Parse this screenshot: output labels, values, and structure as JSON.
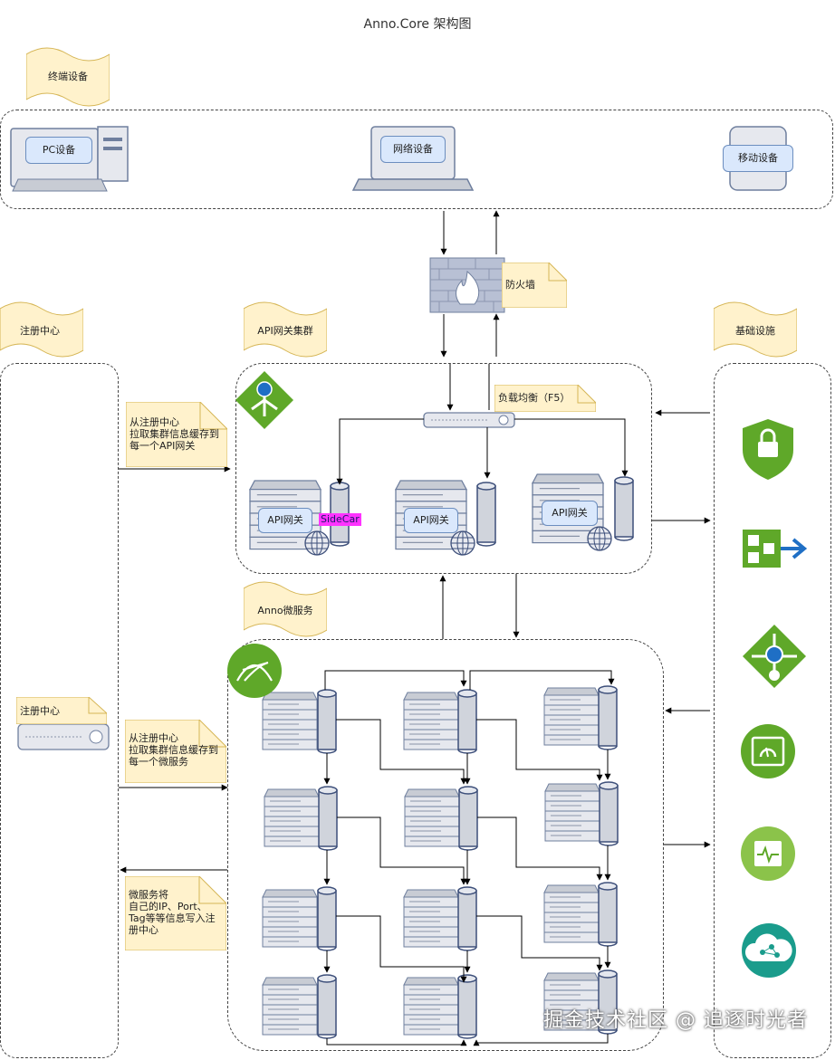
{
  "title": "Anno.Core 架构图",
  "flags": {
    "terminal": "终端设备",
    "registry": "注册中心",
    "gateway_cluster": "API网关集群",
    "infra": "基础设施",
    "microservice": "Anno微服务"
  },
  "devices": {
    "pc": "PC设备",
    "network": "网络设备",
    "mobile": "移动设备"
  },
  "firewall": "防火墙",
  "load_balancer": "负载均衡（F5）",
  "gateway": {
    "label": "API网关",
    "sidecar": "SideCar"
  },
  "registry_device": "注册中心",
  "notes": {
    "pull_gateway": "从注册中心\n拉取集群信息缓存到\n每一个API网关",
    "pull_service": "从注册中心\n拉取集群信息缓存到\n每一个微服务",
    "register": "微服务将\n自己的IP、Port、\nTag等等信息写入注\n册中心"
  },
  "infra_icons": [
    "security-shield-icon",
    "load-balancer-icon",
    "gateway-icon",
    "monitor-icon",
    "health-monitor-icon",
    "cloud-network-icon"
  ],
  "colors": {
    "note_fill": "#fff2cc",
    "note_border": "#d6b656",
    "label_fill": "#dae8fc",
    "label_border": "#6c8ebf",
    "azure_green": "#5fa829",
    "teal": "#1a9c8c"
  },
  "watermark": "掘金技术社区 @ 追逐时光者"
}
